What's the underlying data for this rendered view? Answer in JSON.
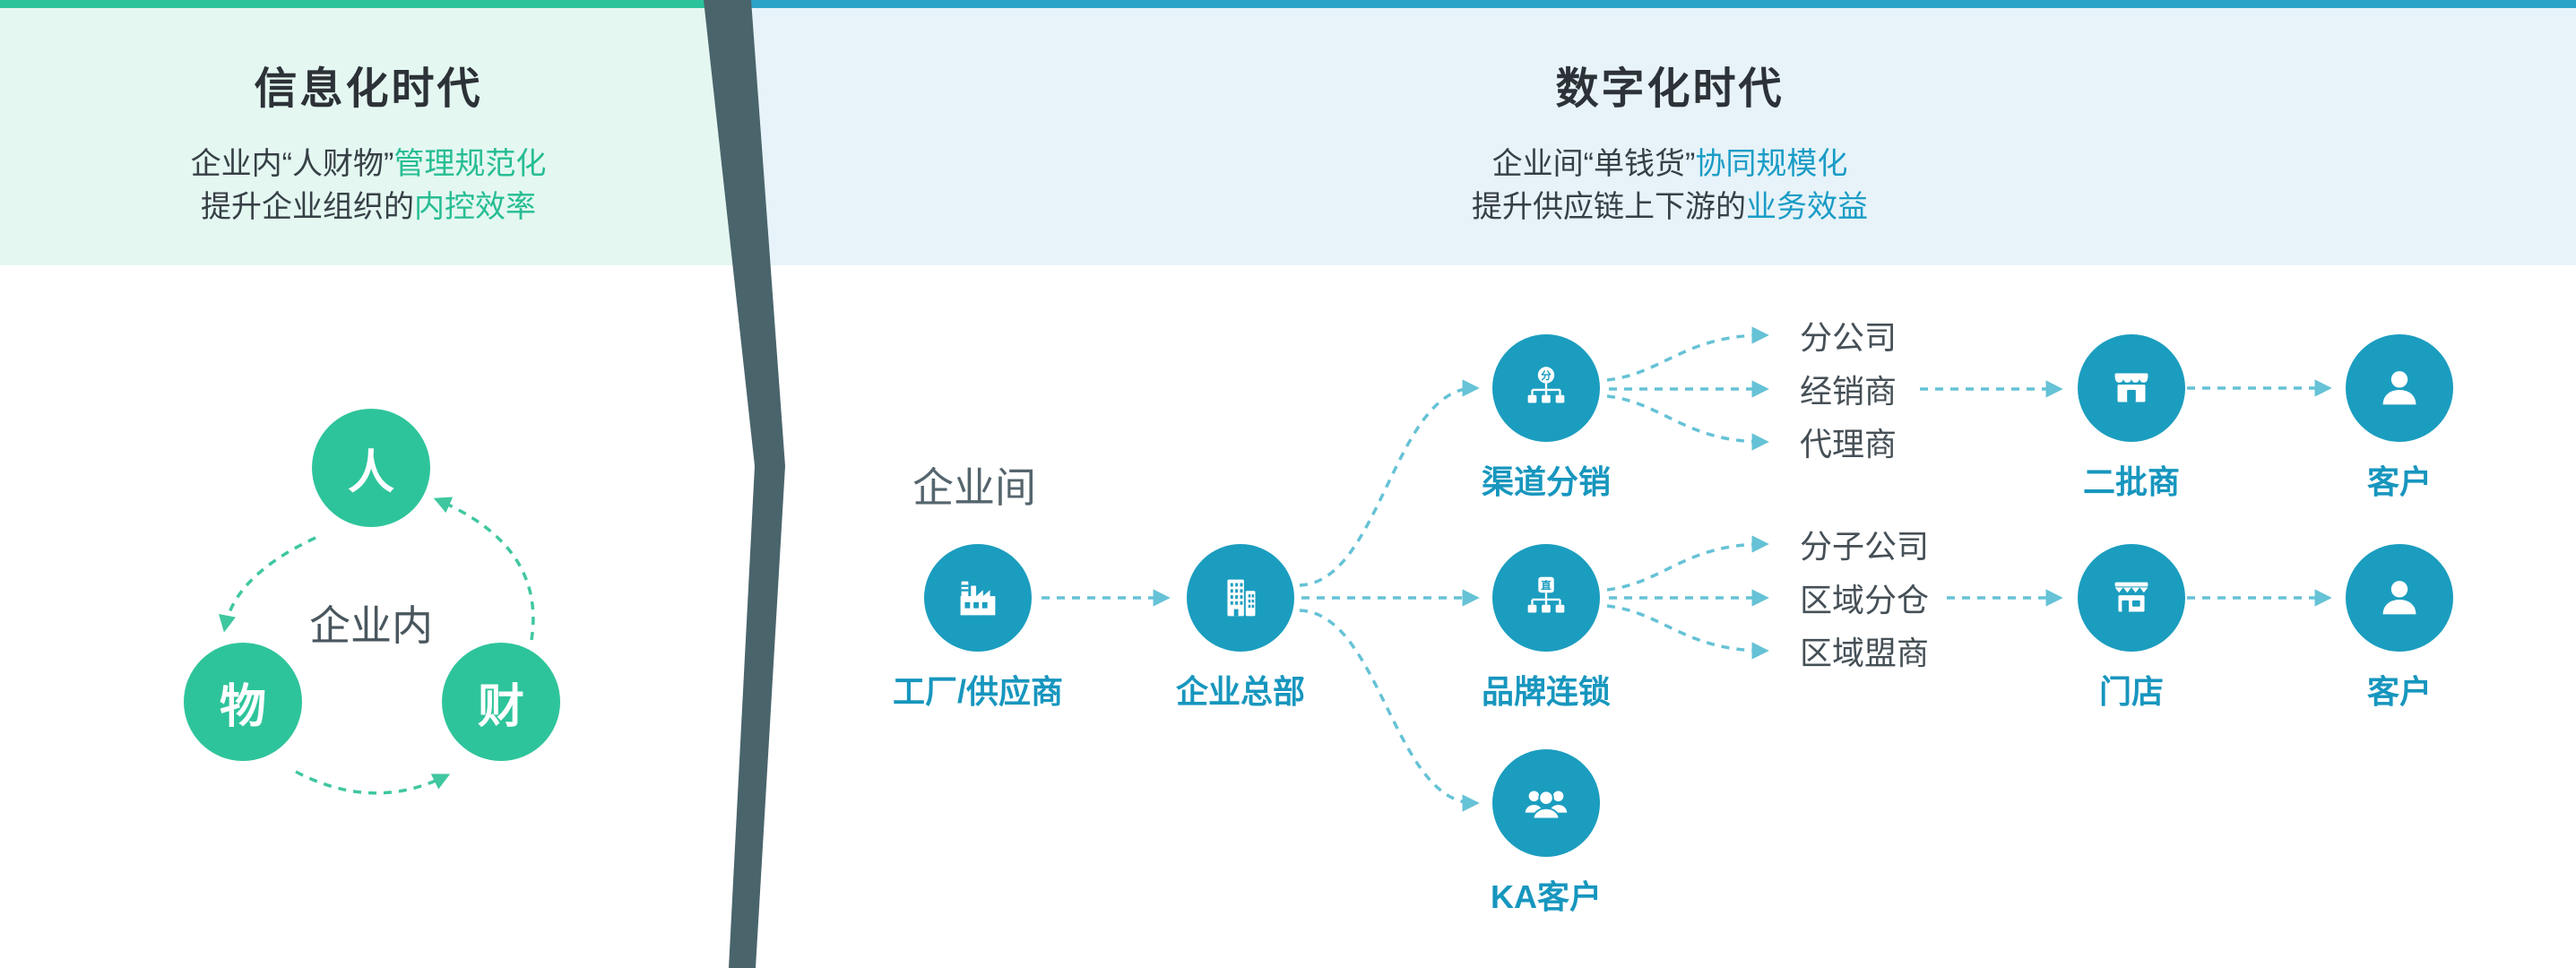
{
  "left": {
    "title": "信息化时代",
    "subtitle": {
      "line1_normal": "企业内“人财物”",
      "line1_highlight": "管理规范化",
      "line2_normal": "提升企业组织的",
      "line2_highlight": "内控效率"
    },
    "cycle": {
      "center_label": "企业内",
      "node_top": "人",
      "node_left": "物",
      "node_right": "财"
    },
    "colors": {
      "accent": "#2EC49B",
      "topbar": "#2BC39A",
      "header_bg": "#E4F7F1",
      "arrow": "#3FC7A0"
    }
  },
  "right": {
    "title": "数字化时代",
    "subtitle": {
      "line1_normal": "企业间“单钱货”",
      "line1_highlight": "协同规模化",
      "line2_normal": "提升供应链上下游的",
      "line2_highlight": "业务效益"
    },
    "flow_group_label": "企业间",
    "nodes": {
      "factory": {
        "label": "工厂/供应商",
        "icon": "factory-icon"
      },
      "hq": {
        "label": "企业总部",
        "icon": "office-building-icon"
      },
      "channel": {
        "label": "渠道分销",
        "icon": "distribution-org-icon",
        "icon_text": "分"
      },
      "brand": {
        "label": "品牌连锁",
        "icon": "direct-chain-org-icon",
        "icon_text": "直"
      },
      "ka": {
        "label": "KA客户",
        "icon": "key-account-group-icon"
      },
      "secondary": {
        "label": "二批商",
        "icon": "storefront-icon"
      },
      "store": {
        "label": "门店",
        "icon": "shop-icon"
      },
      "customer_top": {
        "label": "客户",
        "icon": "person-icon"
      },
      "customer_mid": {
        "label": "客户",
        "icon": "person-icon"
      }
    },
    "channel_branches": [
      "分公司",
      "经销商",
      "代理商"
    ],
    "brand_branches": [
      "分子公司",
      "区域分仓",
      "区域盟商"
    ],
    "colors": {
      "accent": "#1B9DBF",
      "topbar": "#2BA3C8",
      "header_bg": "#E7F3F8",
      "arrow": "#66C2D6",
      "label_text": "#1796BE"
    }
  },
  "divider_color": "#4A646C"
}
